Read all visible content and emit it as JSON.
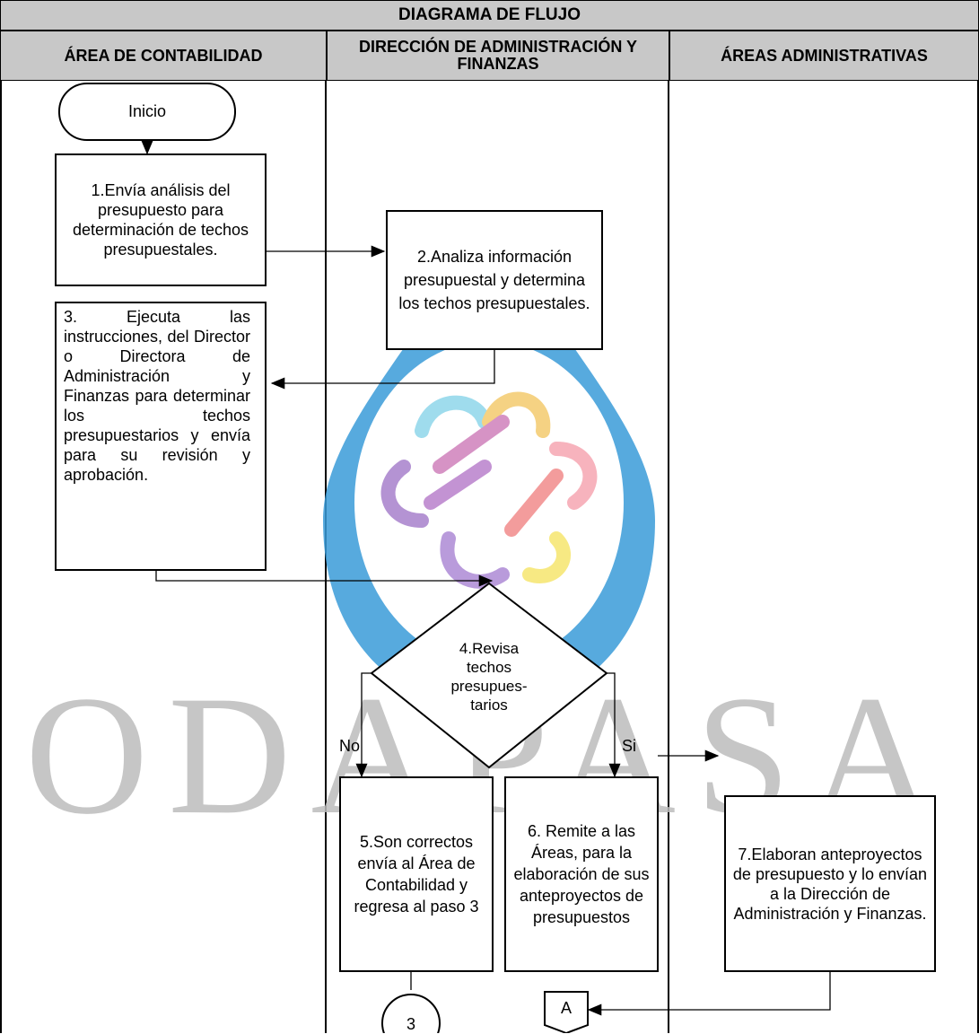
{
  "header": {
    "title": "DIAGRAMA DE FLUJO",
    "lanes": [
      "ÁREA DE CONTABILIDAD",
      "DIRECCIÓN DE ADMINISTRACIÓN Y FINANZAS",
      "ÁREAS ADMINISTRATIVAS"
    ]
  },
  "watermark": {
    "text": "ODAPASA"
  },
  "nodes": {
    "start": "Inicio",
    "step1": "1.Envía análisis del presupuesto para determinación de techos presupuestales.",
    "step2": "2.Analiza información presupuestal y determina los techos presupuestales.",
    "step3": "3. Ejecuta las instrucciones, del Director o Directora de Administración y Finanzas para determinar los techos presupuestarios y envía para su revisión y aprobación.",
    "step4": "4.Revisa techos presupues-tarios",
    "step5": "5.Son correctos envía al Área de Contabilidad y regresa al paso 3",
    "step6": "6. Remite a las Áreas, para la elaboración de sus anteproyectos de presupuestos",
    "step7": "7.Elaboran anteproyectos de presupuesto y lo envían a la Dirección de Administración y Finanzas.",
    "connector3": "3",
    "connectorA": "A"
  },
  "labels": {
    "no": "No",
    "yes": "Si"
  },
  "colors": {
    "header_bg": "#c8c8c8",
    "watermark_blue": "#3a9bd8",
    "watermark_gray": "#bdbdbd"
  }
}
